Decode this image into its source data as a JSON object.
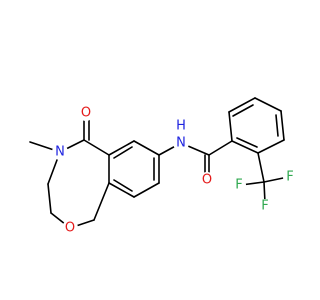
{
  "molecule": {
    "atoms": {
      "methyl_n": {
        "text": "N",
        "color": "#1f24e0"
      },
      "ketone_o": {
        "text": "O",
        "color": "#e41a1a"
      },
      "ring_o": {
        "text": "O",
        "color": "#e41a1a"
      },
      "amide_nh": {
        "text": "N",
        "color": "#1f24e0"
      },
      "amide_h": {
        "text": "H",
        "color": "#1f24e0"
      },
      "amide_o": {
        "text": "O",
        "color": "#e41a1a"
      },
      "f_top": {
        "text": "F",
        "color": "#2fa84f"
      },
      "f_left": {
        "text": "F",
        "color": "#2fa84f"
      },
      "f_right": {
        "text": "F",
        "color": "#2fa84f"
      }
    }
  }
}
